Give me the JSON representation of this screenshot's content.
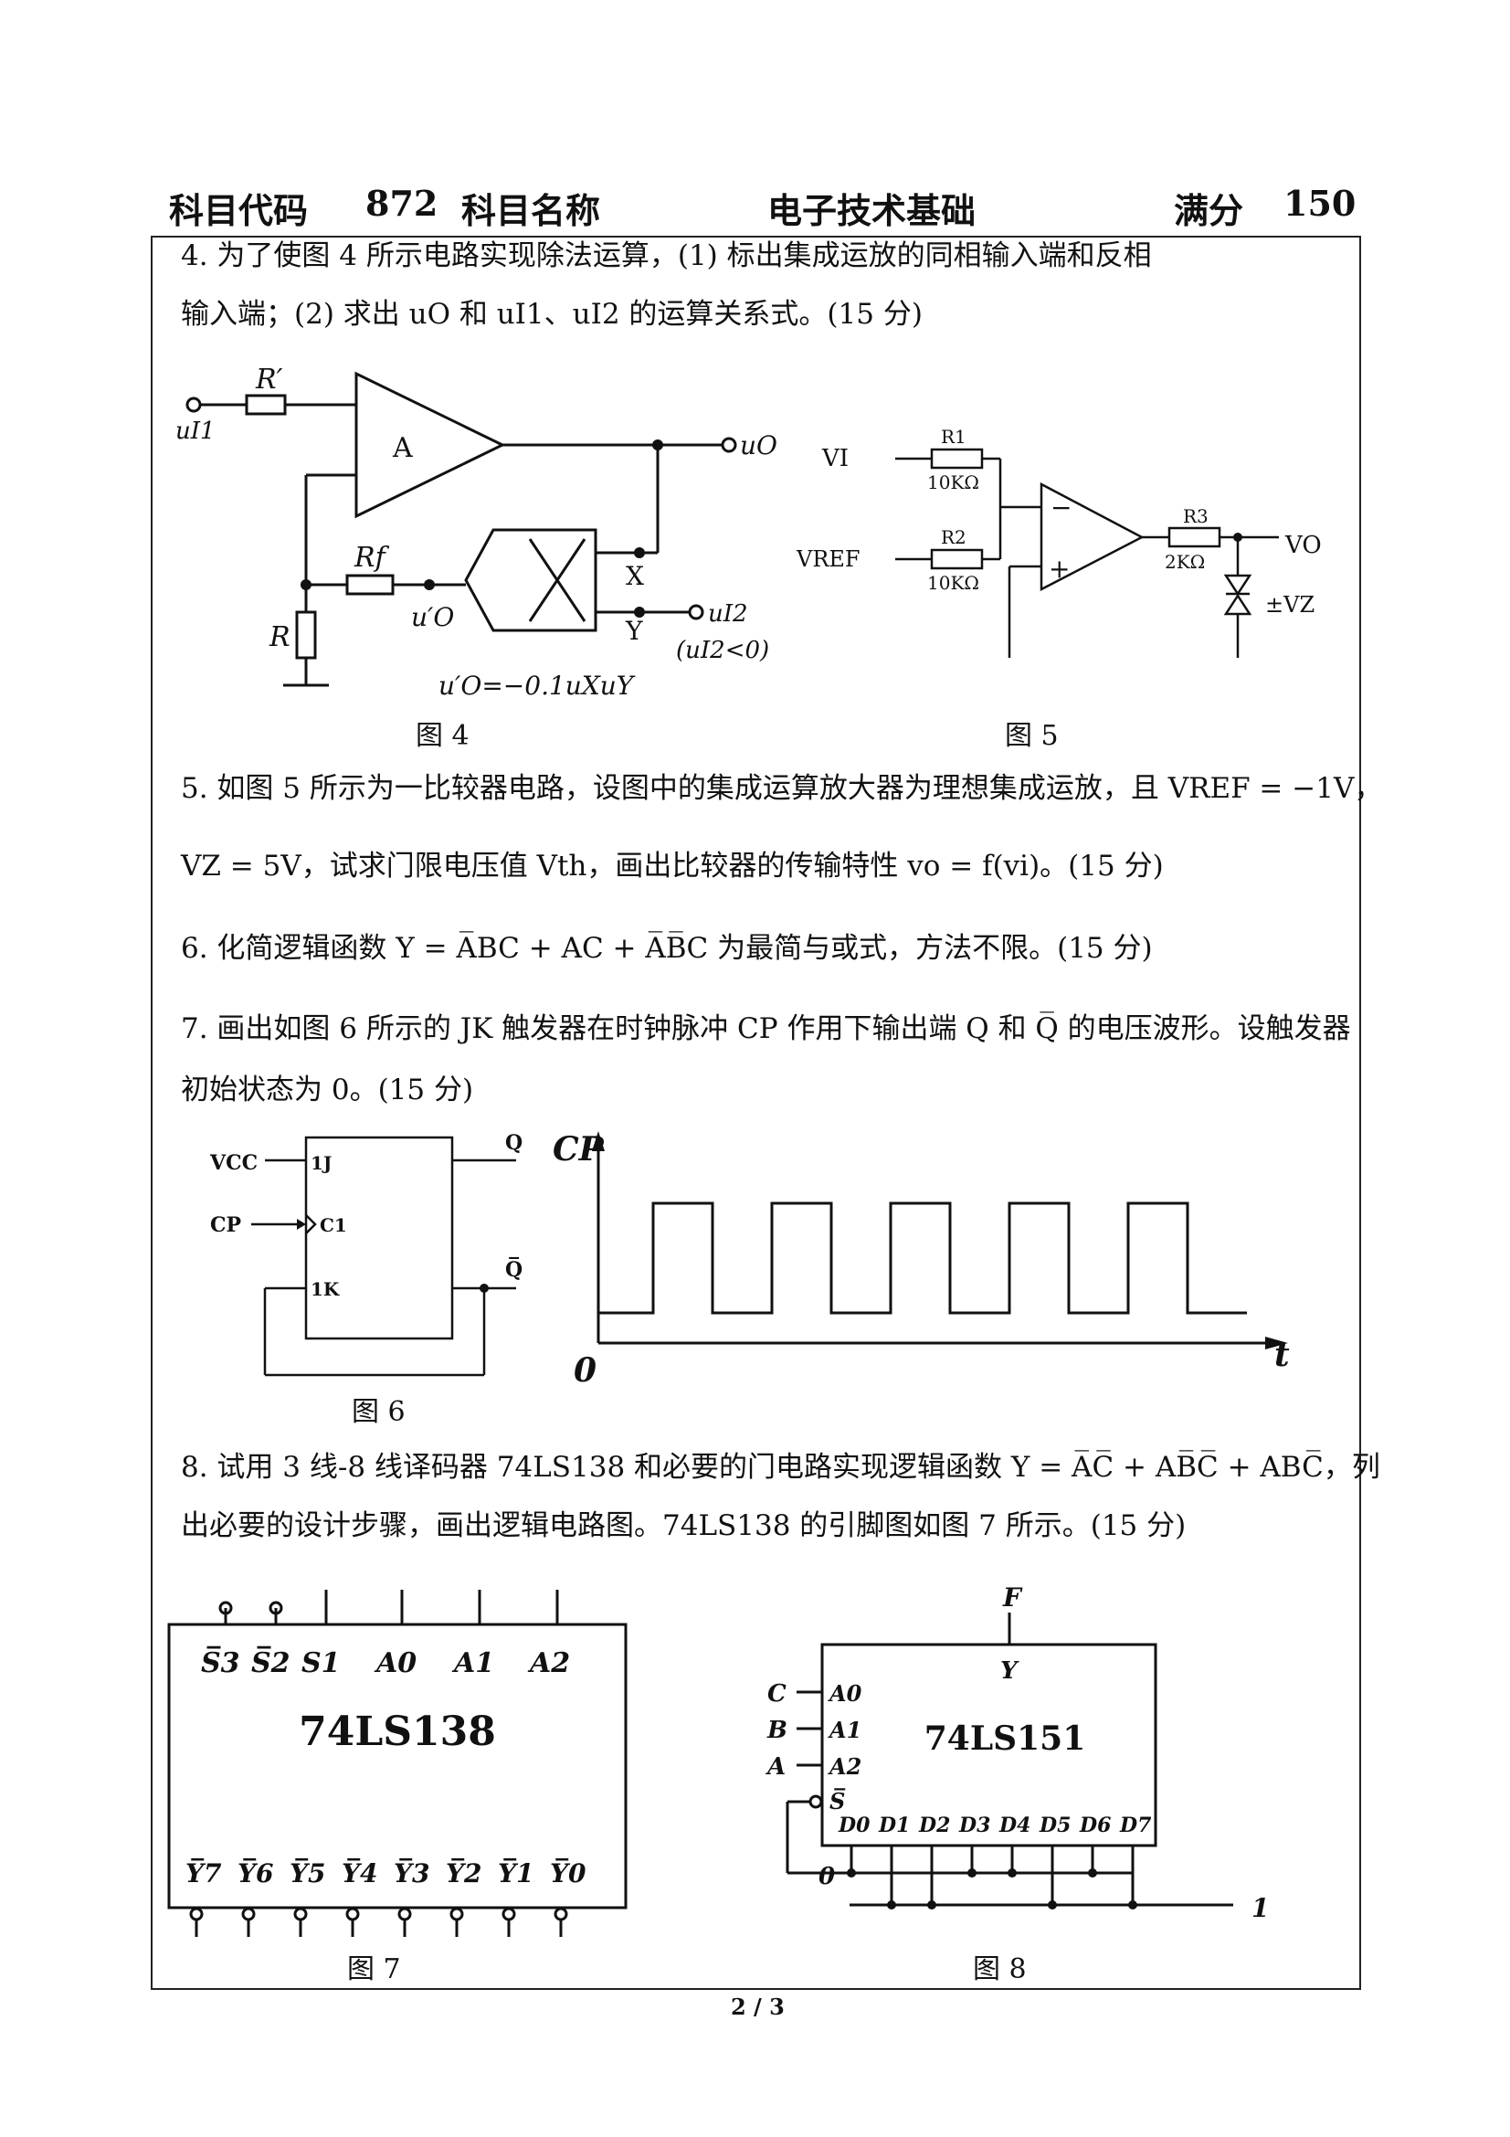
{
  "header": {
    "code_label": "科目代码",
    "code_value": "872",
    "name_label": "科目名称",
    "name_value": "电子技术基础",
    "score_label": "满分",
    "score_value": "150"
  },
  "questions": {
    "q4_line1": "4. 为了使图 4 所示电路实现除法运算，(1) 标出集成运放的同相输入端和反相",
    "q4_line2": "输入端；(2) 求出 uO 和 uI1、uI2 的运算关系式。(15 分)",
    "q5_line1": "5. 如图 5 所示为一比较器电路，设图中的集成运算放大器为理想集成运放，且 VREF = −1V，",
    "q5_line2": "VZ = 5V，试求门限电压值 Vth，画出比较器的传输特性 vo = f(vi)。(15 分)",
    "q6_line1": "6. 化简逻辑函数 Y = A̅BC + AC + A̅B̅C 为最简与或式，方法不限。(15 分)",
    "q7_line1": "7. 画出如图 6 所示的 JK 触发器在时钟脉冲 CP 作用下输出端 Q 和 Q̅ 的电压波形。设触发器",
    "q7_line2": "初始状态为 0。(15 分)",
    "q8_line1": "8. 试用 3 线-8 线译码器 74LS138 和必要的门电路实现逻辑函数 Y = A̅C̅ + AB̅C̅ + ABC̅，列",
    "q8_line2": "出必要的设计步骤，画出逻辑电路图。74LS138 的引脚图如图 7 所示。(15 分)"
  },
  "fig4": {
    "caption": "图 4",
    "r_prime": "R′",
    "u_i1": "uI1",
    "amp": "A",
    "u_o": "uO",
    "rf": "Rf",
    "u_o_prime": "u′O",
    "x": "X",
    "y": "Y",
    "u_i2": "uI2",
    "cond": "(uI2<0)",
    "r": "R",
    "formula": "u′O=−0.1uXuY"
  },
  "fig5": {
    "caption": "图 5",
    "vi": "VI",
    "r1": "R1",
    "r1v": "10KΩ",
    "vref": "VREF",
    "r2": "R2",
    "r2v": "10KΩ",
    "minus": "−",
    "plus": "+",
    "r3": "R3",
    "r3v": "2KΩ",
    "vo": "VO",
    "vz": "±VZ"
  },
  "fig6": {
    "caption": "图 6",
    "vcc": "VCC",
    "j": "1J",
    "cp": "CP",
    "c1": "C1",
    "k": "1K",
    "q": "Q",
    "qbar": "Q̅",
    "cp_wave": "CP",
    "zero": "0",
    "t": "t"
  },
  "fig7": {
    "caption": "图 7",
    "chip": "74LS138",
    "top_pins": [
      "S̅3",
      "S̅2",
      "S1",
      "A0",
      "A1",
      "A2"
    ],
    "bottom_pins": [
      "Y̅7",
      "Y̅6",
      "Y̅5",
      "Y̅4",
      "Y̅3",
      "Y̅2",
      "Y̅1",
      "Y̅0"
    ]
  },
  "fig8": {
    "caption": "图 8",
    "chip": "74LS151",
    "f": "F",
    "y": "Y",
    "c": "C",
    "b": "B",
    "a": "A",
    "a0": "A0",
    "a1": "A1",
    "a2": "A2",
    "s": "S̅",
    "d_pins": [
      "D0",
      "D1",
      "D2",
      "D3",
      "D4",
      "D5",
      "D6",
      "D7"
    ],
    "zero": "0",
    "one": "1"
  },
  "page_number": "2 / 3"
}
